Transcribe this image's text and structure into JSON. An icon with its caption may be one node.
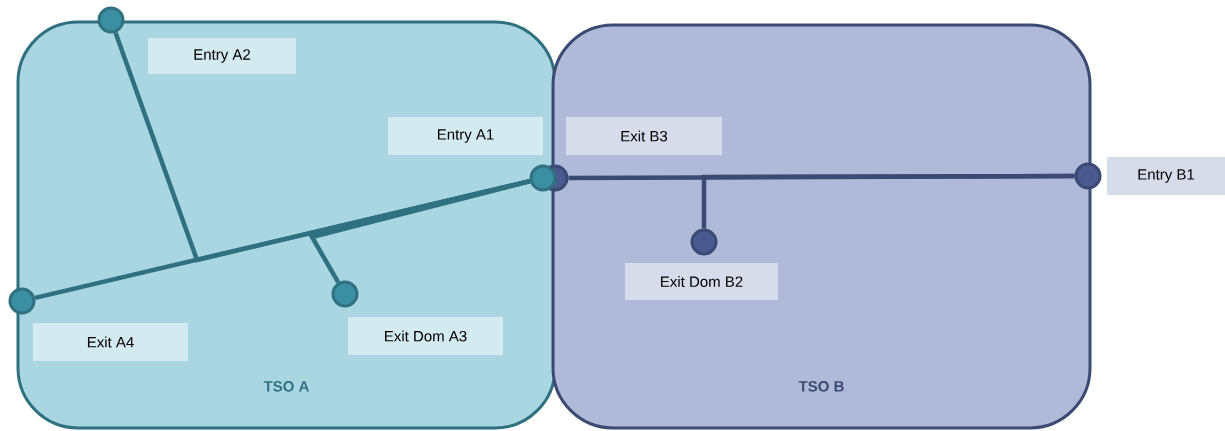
{
  "diagram": {
    "nodes": [
      {
        "text": [
          "TSO A"
        ]
      },
      {
        "text": [
          "TSO B"
        ]
      },
      {
        "text": [],
        "shape": "circle"
      },
      {
        "text": [],
        "shape": "circle",
        "in": 0
      },
      {
        "text": [],
        "shape": "circle"
      },
      {
        "text": [],
        "shape": "circle"
      },
      {
        "text": [],
        "shape": "circle"
      },
      {
        "text": [],
        "shape": "circle",
        "in": 0
      },
      {
        "text": [],
        "shape": "circle",
        "in": 1
      }
    ],
    "edges": [
      {
        "from": 6,
        "to": 3,
        "arrow": "none"
      },
      {
        "from": 2,
        "to": 3,
        "arrow": "none"
      },
      {
        "from": 7,
        "to": 3,
        "arrow": "none"
      },
      {
        "from": 4,
        "to": 5,
        "arrow": "none",
        "color": "#3a4a72"
      },
      {
        "from": 8,
        "to": 5,
        "arrow": "none",
        "color": "#3a4a72"
      }
    ],
    "labels": [
      "Entry A2",
      "Entry A1",
      "Exit B3",
      "Entry B1",
      "Exit A4",
      "Exit Dom A3",
      "Exit Dom B2"
    ]
  }
}
